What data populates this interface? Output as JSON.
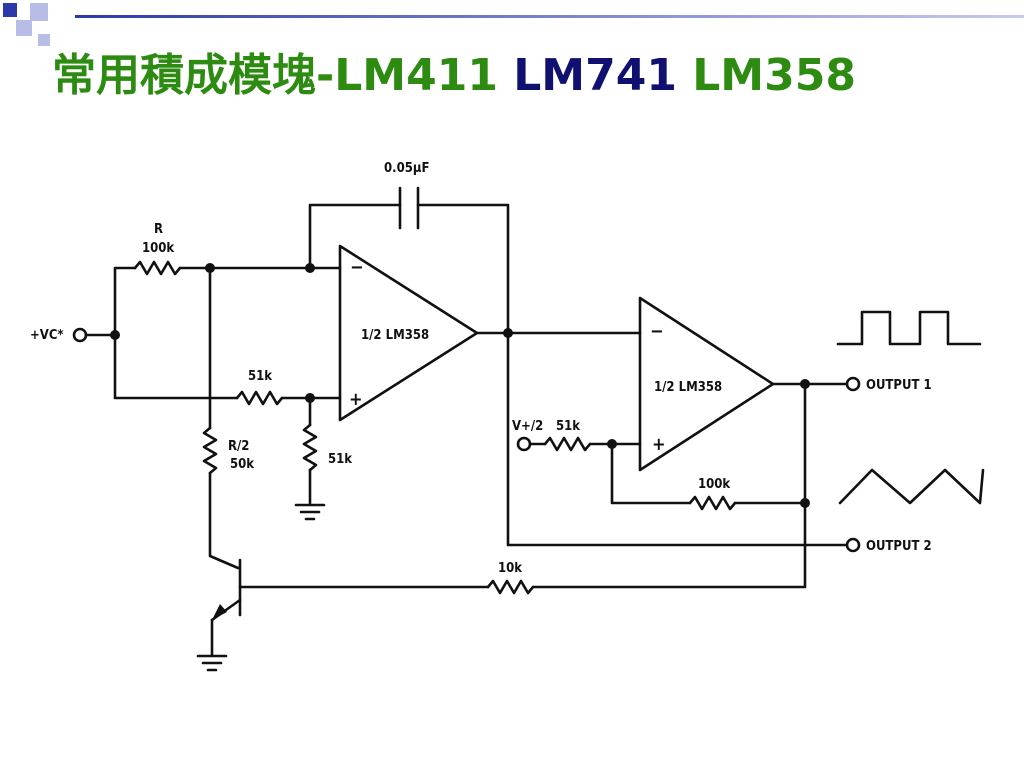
{
  "slide": {
    "title_cjk": "常用積成模塊",
    "title_sep": "-",
    "title_part_a": "LM411 ",
    "title_part_b": "LM741 ",
    "title_part_c": "LM358"
  },
  "colors": {
    "title_green": "#2e8b12",
    "title_navy": "#101070",
    "deco_blue": "#2b3aa8",
    "deco_light": "#b8bde6",
    "wire": "#111111"
  },
  "schematic": {
    "cap_label": "0.05μF",
    "r_label": "R",
    "r_value": "100k",
    "vc_input": "+VC*",
    "r51k_top": "51k",
    "r51k_ground": "51k",
    "r_half_label": "R/2",
    "r_half_value": "50k",
    "opamp1_label": "1/2 LM358",
    "opamp1_minus": "−",
    "opamp1_plus": "+",
    "opamp2_label": "1/2 LM358",
    "opamp2_minus": "−",
    "opamp2_plus": "+",
    "vref_input": "V+/2",
    "r51k_vref": "51k",
    "r100k_feedback": "100k",
    "r10k": "10k",
    "output1": "OUTPUT 1",
    "output2": "OUTPUT 2"
  }
}
